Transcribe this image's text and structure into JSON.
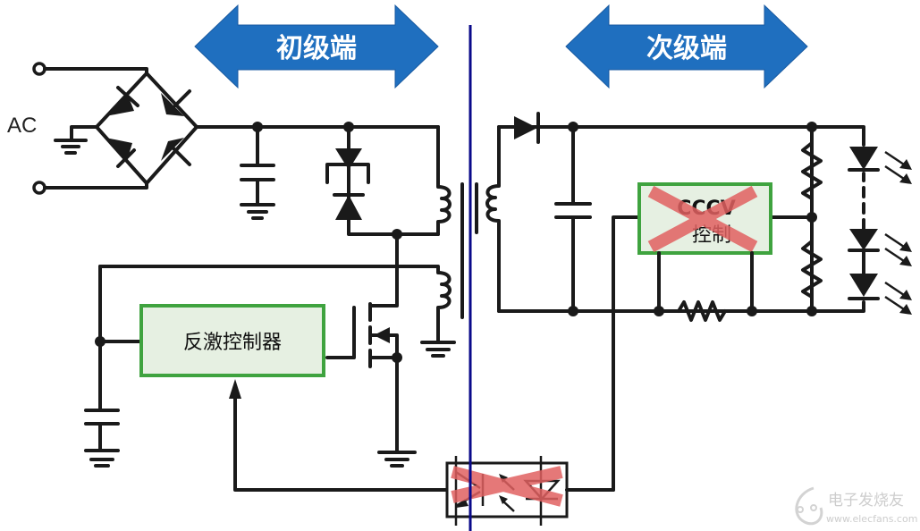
{
  "primary_label": "初级端",
  "secondary_label": "次级端",
  "ac_label": "AC",
  "flyback_controller_label": "反激控制器",
  "cccv_label_line1": "CCCV",
  "cccv_label_line2": "控制",
  "watermark": {
    "name": "电子发烧友",
    "url": "www.elecfans.com"
  },
  "colors": {
    "arrow_blue": "#1f6fbf",
    "box_green": "#3fa33f",
    "box_fill": "#e6f0e2",
    "cross_red": "#e06060",
    "isolation_line": "#0a0a8a"
  },
  "removed_components": [
    "cccv-controller",
    "optocoupler"
  ]
}
